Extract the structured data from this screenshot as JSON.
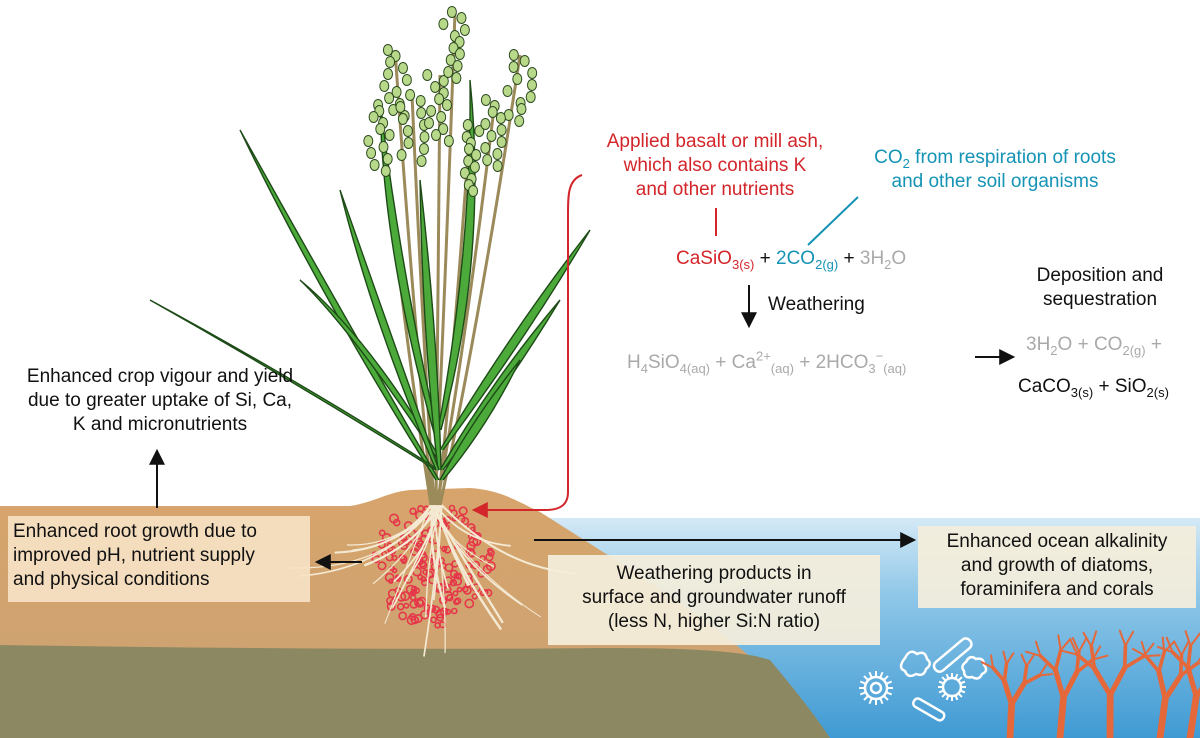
{
  "applied_basalt": {
    "line1": "Applied basalt or mill ash,",
    "line2": "which also contains K",
    "line3": "and other nutrients"
  },
  "co2_source": {
    "line1_sub": "2",
    "line1_rest": " from respiration of roots",
    "line1_co": "CO",
    "line2": "and other soil organisms"
  },
  "equation_top": {
    "casio": "CaSiO",
    "casio_sub": "3(s)",
    "plus1": " + ",
    "co2": "2CO",
    "co2_sub": "2(g)",
    "plus2": " + ",
    "h2o": "3H",
    "h2o_sub": "2",
    "h2o_o": "O"
  },
  "weathering_label": "Weathering",
  "equation_products": {
    "h4": "H",
    "h4_sub": "4",
    "sio": "SiO",
    "sio_sub": "4(aq)",
    "plus1": " + Ca",
    "ca_sup": "2+",
    "ca_sub": "(aq)",
    "plus2": " + 2HCO",
    "hco_sub": "3",
    "hco_sup": "−",
    "hco_sub2": "(aq)"
  },
  "deposition": {
    "line1": "Deposition and",
    "line2": "sequestration"
  },
  "equation_deposit": {
    "h2o": "3H",
    "h2o_sub": "2",
    "o_plus": "O + CO",
    "co2_sub": "2(g)",
    "plus": " +",
    "caco": "CaCO",
    "caco_sub": "3(s)",
    "plus2": " + SiO",
    "sio_sub": "2(s)"
  },
  "crop_vigour": {
    "line1": "Enhanced crop vigour and yield",
    "line2": "due to greater uptake of Si, Ca,",
    "line3": "K and micronutrients"
  },
  "root_growth": {
    "line1": "Enhanced root growth due to",
    "line2": "improved pH, nutrient supply",
    "line3": "and physical conditions"
  },
  "runoff": {
    "line1": "Weathering products in",
    "line2": "surface and groundwater runoff",
    "line3": "(less N, higher Si:N ratio)"
  },
  "ocean": {
    "line1": "Enhanced ocean alkalinity",
    "line2": "and growth of diatoms,",
    "line3": "foraminifera and corals"
  },
  "colors": {
    "red_text": "#d3262b",
    "blue_text": "#1593b5",
    "grey_text": "#a9a9a9",
    "soil_top": "#d0a06a",
    "soil_deep": "#8f8863",
    "ocean": "#6db6df",
    "leaf": "#4caa3a",
    "grain": "#b9d98a"
  },
  "icons": [
    "plant-icon",
    "root-system-icon",
    "basalt-particles-icon",
    "coral-icon",
    "diatom-icon",
    "foraminifera-icon",
    "arrow-icon"
  ]
}
